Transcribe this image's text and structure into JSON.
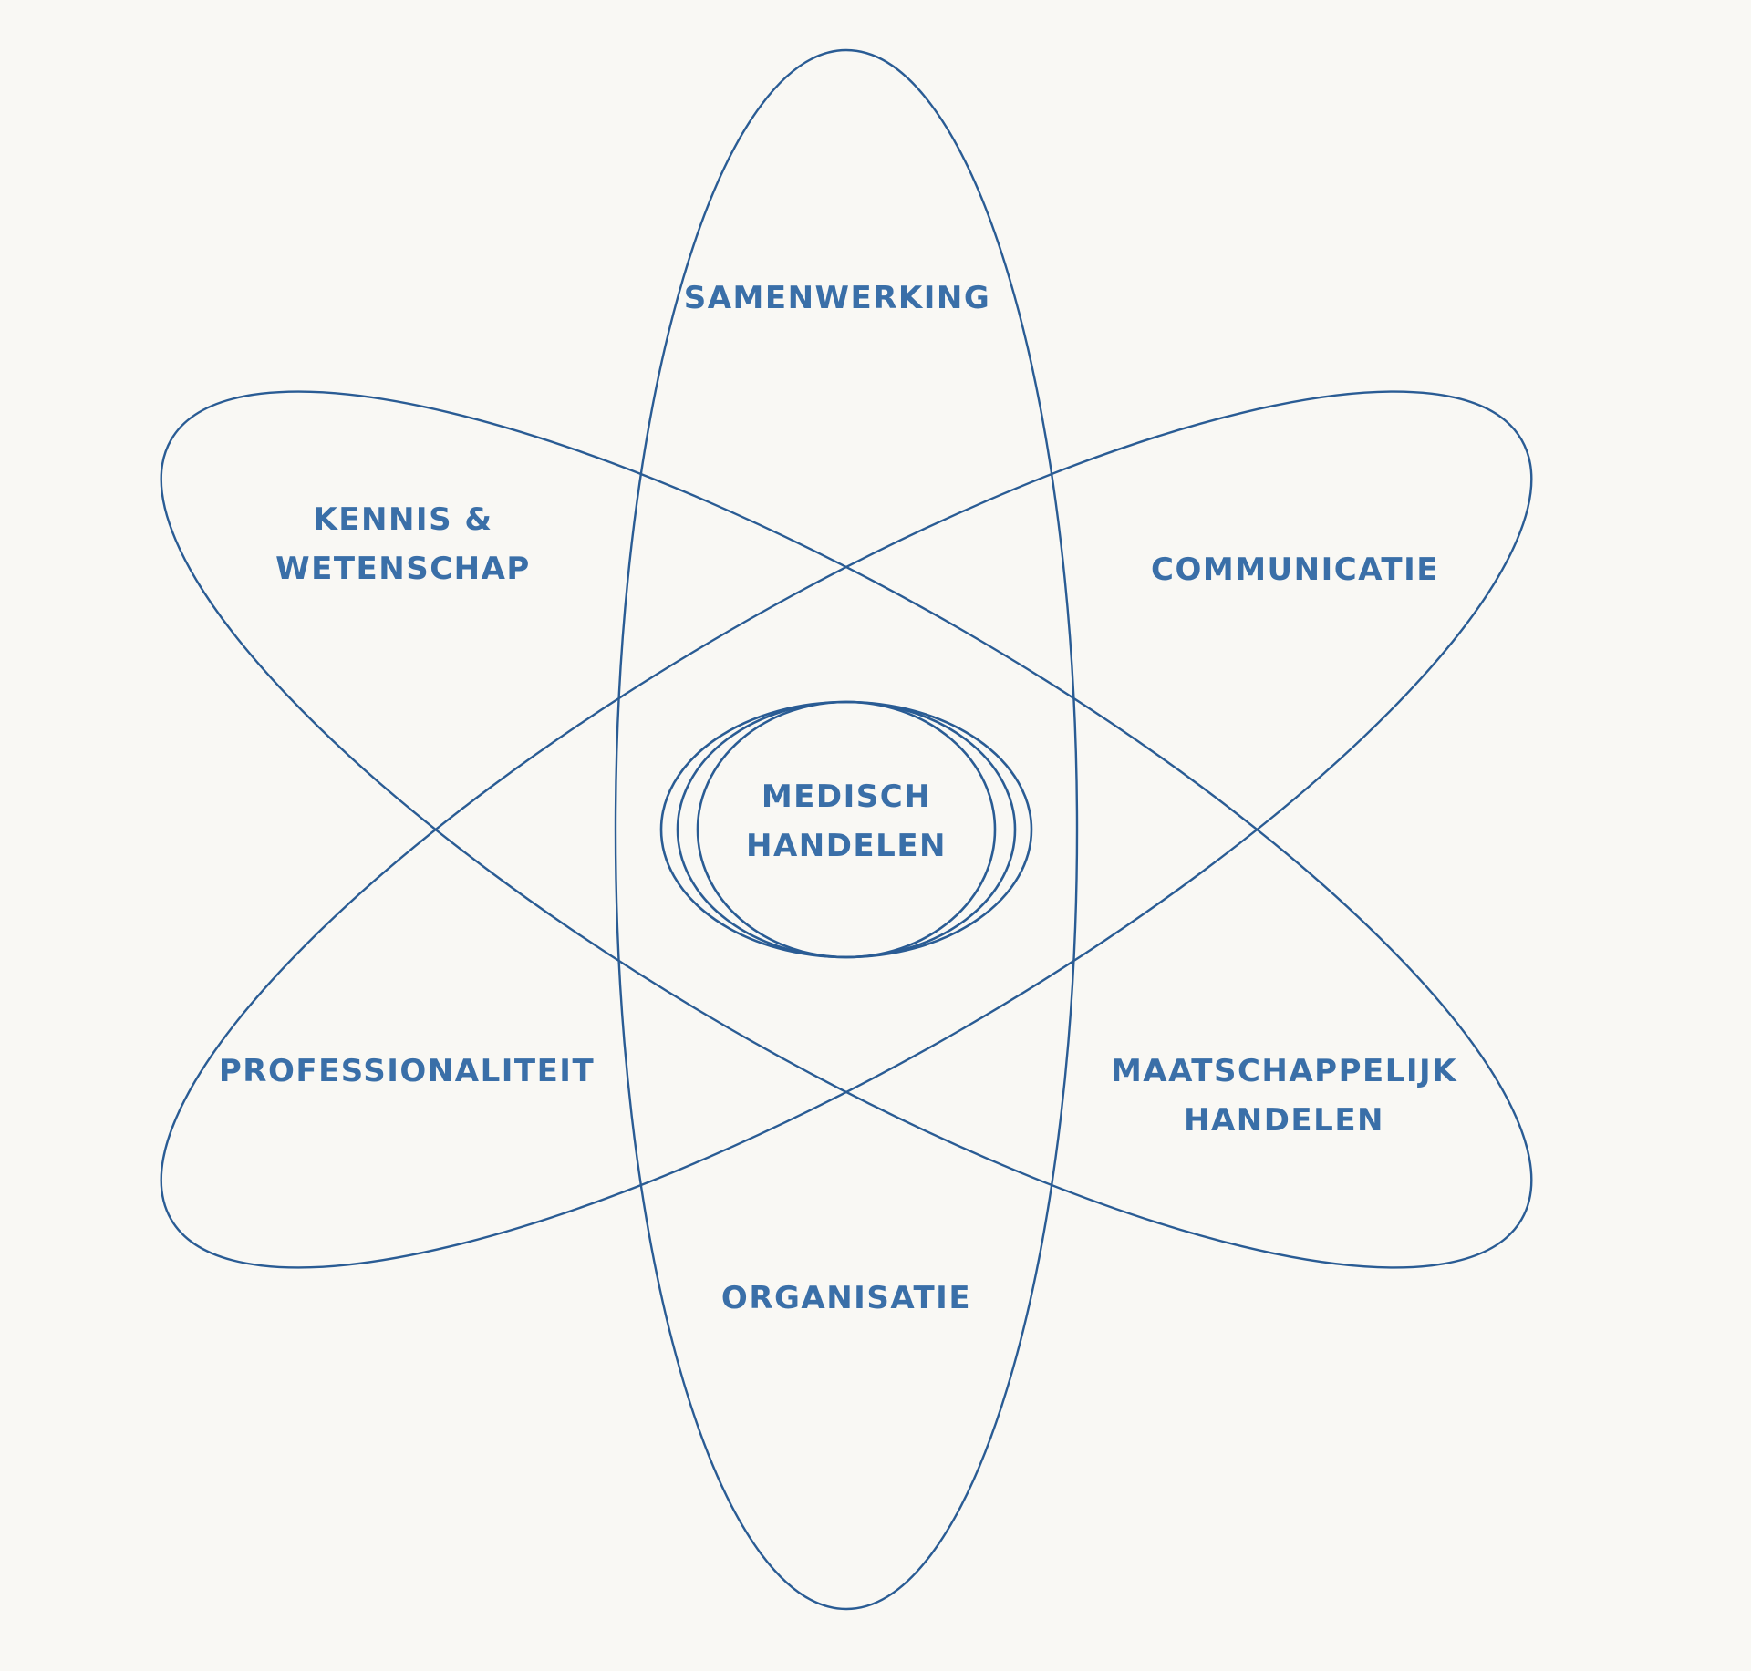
{
  "colors": {
    "background": "#f9f8f4",
    "line": "#2a5c94",
    "text": "#3a6fa8"
  },
  "diagram": {
    "center": {
      "lines": [
        "MEDISCH",
        "HANDELEN"
      ]
    },
    "petals": [
      {
        "id": "samenwerking",
        "lines": [
          "SAMENWERKING"
        ]
      },
      {
        "id": "communicatie",
        "lines": [
          "COMMUNICATIE"
        ]
      },
      {
        "id": "maatschappelijk-handelen",
        "lines": [
          "MAATSCHAPPELIJK",
          "HANDELEN"
        ]
      },
      {
        "id": "organisatie",
        "lines": [
          "ORGANISATIE"
        ]
      },
      {
        "id": "professionaliteit",
        "lines": [
          "PROFESSIONALITEIT"
        ]
      },
      {
        "id": "kennis-wetenschap",
        "lines": [
          "KENNIS &",
          "WETENSCHAP"
        ]
      }
    ]
  }
}
